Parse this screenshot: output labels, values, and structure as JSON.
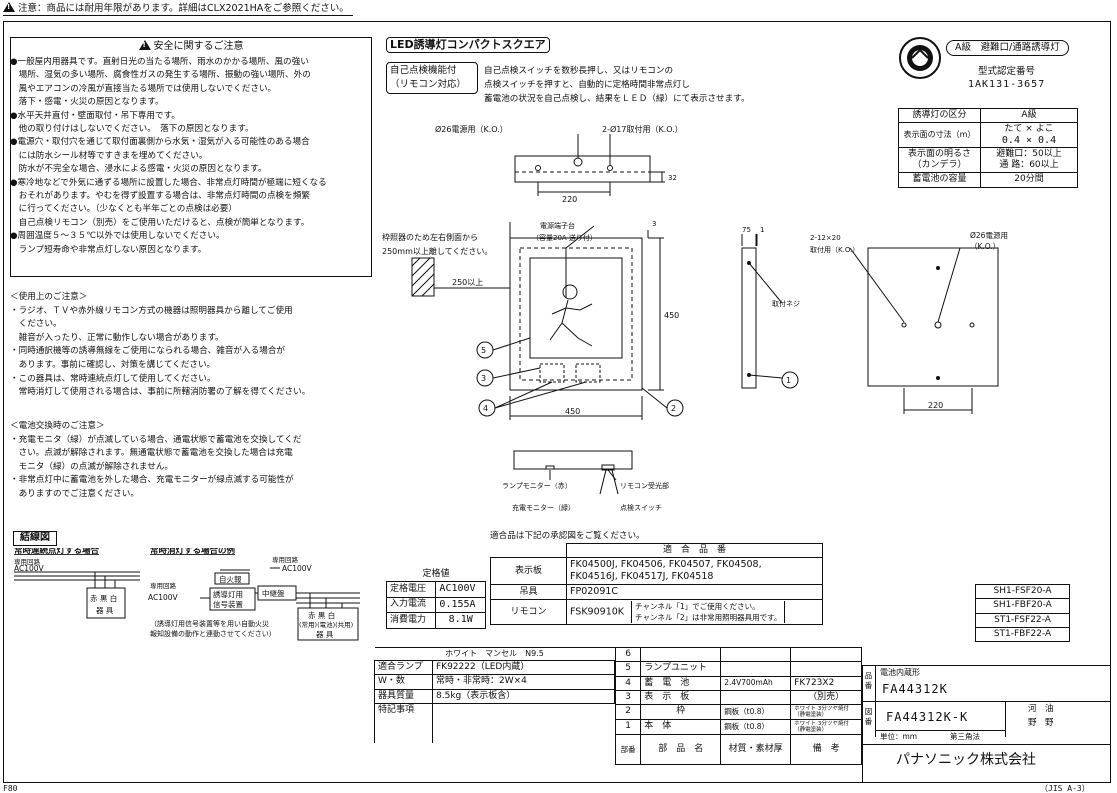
{
  "top_notice": "注意：商品には耐用年限があります。詳細はCLX2021HAをご参照ください。",
  "safety": {
    "title": "安全に関するご注意",
    "lines": [
      "●一般屋内用器具です。直射日光の当たる場所、雨水のかかる場所、風の強い",
      "　場所、湿気の多い場所、腐食性ガスの発生する場所、振動の強い場所、外の",
      "　風やエアコンの冷風が直接当たる場所では使用しないでください。",
      "　落下・感電・火災の原因となります。",
      "●水平天井直付・壁面取付・吊下専用です。",
      "　他の取り付けはしないでください。　落下の原因となります。",
      "●電源穴・取付穴を通じて取付面裏側から水気・湿気が入る可能性のある場合",
      "　には防水シール材等ですきまを埋めてください。",
      "　防水が不完全な場合、浸水による感電・火災の原因となります。",
      "●寒冷地などで外気に通ずる場所に設置した場合、非常点灯時間が極端に短くなる",
      "　おそれがあります。やむを得ず設置する場合は、非常点灯時間の点検を頻繁",
      "　に行ってください。（少なくとも半年ごとの点検は必要）",
      "　自己点検リモコン（別売）をご使用いただけると、点検が簡単となります。",
      "●周囲温度５～３５℃以外では使用しないでください。",
      "　ランプ短寿命や非常点灯しない原因となります。"
    ]
  },
  "usage": {
    "title": "＜使用上のご注意＞",
    "lines": [
      "・ラジオ、ＴＶや赤外線リモコン方式の機器は照明器具から離してご使用",
      "　ください。",
      "　雑音が入ったり、正常に動作しない場合があります。",
      "・同時通訳機等の誘導無線をご使用になられる場合、雑音が入る場合が",
      "　あります。事前に確認し、対策を講じてください。",
      "・この器具は、常時連続点灯して使用してください。",
      "　常時消灯して使用される場合は、事前に所轄消防署の了解を得てください。"
    ]
  },
  "battery": {
    "title": "＜電池交換時のご注意＞",
    "lines": [
      "・充電モニタ（緑）が点滅している場合、通電状態で蓄電池を交換してくだ",
      "　さい。点滅が解除されます。無通電状態で蓄電池を交換した場合は充電",
      "　モニタ（緑）の点滅が解除されません。",
      "・非常点灯中に蓄電池を外した場合、充電モニターが緑点滅する可能性が",
      "　ありますのでご注意ください。"
    ]
  },
  "wiring": {
    "title": "結線図",
    "case1": "常時連続点灯する場合",
    "case2": "常時消灯する場合の例",
    "supply": "専用回路",
    "ac": "AC100V",
    "fixture": "赤 黒 白",
    "fixture2": "器 具",
    "fire_alarm": "自火報",
    "signal": "誘導灯用",
    "signal2": "信号装置",
    "relay": "中継盤",
    "fixture_b": "赤 黒 白",
    "fixture_b2": "(常用)(電池)(共用)",
    "fixture_b3": "器 具",
    "note": "（誘導灯用信号装置等を用い自動火災",
    "note2": "報知設備の動作と連動させてください）",
    "supply2": "専用回路"
  },
  "product": {
    "name": "LED誘導灯コンパクトスクエア",
    "self_check": "自己点検機能付",
    "remote": "（リモコン対応）",
    "desc": [
      "自己点検スイッチを数秒長押し、又はリモコンの",
      "点検スイッチを押すと、自動的に定格時間非常点灯し",
      "蓄電池の状況を自己点検し、結果をＬＥＤ（緑）にて表示させます。"
    ]
  },
  "cert": {
    "badge": "A級　避難口/通路誘導灯",
    "type_label": "型式認定番号",
    "type_no": "1AK131-3657"
  },
  "class_table": {
    "rows": [
      [
        "誘導灯の区分",
        "A級"
      ],
      [
        "表示面の寸法（m）",
        "たて × よこ",
        "0.4 × 0.4"
      ],
      [
        "表示面の明るさ",
        "（カンデラ）",
        "避難口：50以上",
        "通 路：60以上"
      ],
      [
        "蓄電池の容量",
        "20分間"
      ]
    ]
  },
  "drawing": {
    "hole1": "Ø26電源用（K.O.）",
    "hole2": "2-Ø17取付用（K.O.）",
    "dim220a": "220",
    "dim32": "32",
    "wall_note1": "枠照器のため左右側面から",
    "wall_note2": "250mm以上離してください。",
    "dim250": "250以上",
    "terminal1": "電源端子台",
    "terminal2": "（容量20A 送り付）",
    "dim3": "3",
    "dim450v": "450",
    "dim450h": "450",
    "dim75": "75",
    "dim1": "1",
    "screw": "取付ネジ",
    "slot1": "2-12×20",
    "slot2": "取付用（K.O.）",
    "hole3": "Ø26電源用",
    "hole3b": "（K.O.）",
    "dim220b": "220",
    "part1": "1",
    "part2": "2",
    "part3": "3",
    "part4": "4",
    "part5": "5",
    "lamp_mon": "ランプモニター（赤）",
    "charge_mon": "充電モニター（緑）",
    "remote_rx": "リモコン受光部",
    "check_sw": "点検スイッチ"
  },
  "compat": {
    "intro": "適合品は下記の承認図をご覧ください。",
    "head": "適　合　品　番",
    "rows": [
      [
        "表示板",
        "FK04500J, FK04506, FK04507, FK04508,",
        "FK04516J, FK04517J, FK04518"
      ],
      [
        "吊具",
        "FP02091C"
      ],
      [
        "リモコン",
        "FSK90910K",
        "チャンネル「1」でご使用ください。",
        "チャンネル「2」は非常用照明器具用です。"
      ]
    ]
  },
  "rating": {
    "head": "定格値",
    "rows": [
      [
        "定格電圧",
        "AC100V"
      ],
      [
        "入力電流",
        "0.155A"
      ],
      [
        "消費電力",
        "8.1W"
      ]
    ]
  },
  "models": [
    "SH1-FSF20-A",
    "SH1-FBF20-A",
    "ST1-FSF22-A",
    "ST1-FBF22-A"
  ],
  "spec": {
    "color": "ホワイト　マンセル　N9.5",
    "rows": [
      [
        "適合ランプ",
        "FK92222（LED内蔵）"
      ],
      [
        "W・数",
        "常時・非常時：2W×4"
      ],
      [
        "器具質量",
        "8.5kg（表示板含）"
      ],
      [
        "特記事項",
        ""
      ]
    ]
  },
  "parts": {
    "rows": [
      [
        "6",
        "",
        "",
        "",
        ""
      ],
      [
        "5",
        "ランプユニット",
        "",
        "",
        ""
      ],
      [
        "4",
        "蓄　電　池",
        "2.4V700mAh",
        "FK723X2",
        ""
      ],
      [
        "3",
        "表　示　板",
        "",
        "（別売）",
        ""
      ],
      [
        "2",
        "枠",
        "鋼板（t0.8）",
        "ホワイト 3分ツヤ焼付",
        "（静電塗装）"
      ],
      [
        "1",
        "本　体",
        "鋼板（t0.8）",
        "ホワイト 3分ツヤ焼付",
        "（静電塗装）"
      ]
    ],
    "footer": [
      "部番",
      "部　品　名",
      "材質・素材厚",
      "備　考"
    ]
  },
  "title_block": {
    "pin_label": "品番",
    "battery_type_label": "電池内蔵形",
    "pin": "FA44312K",
    "zu_label": "図番",
    "zu": "FA44312K-K",
    "unit": "単位：mm",
    "angle": "第三角法",
    "sign1": "河　油",
    "sign2": "野　野",
    "company": "パナソニック株式会社"
  },
  "bottom_left": "F80",
  "bottom_right": "（JIS A-3）"
}
